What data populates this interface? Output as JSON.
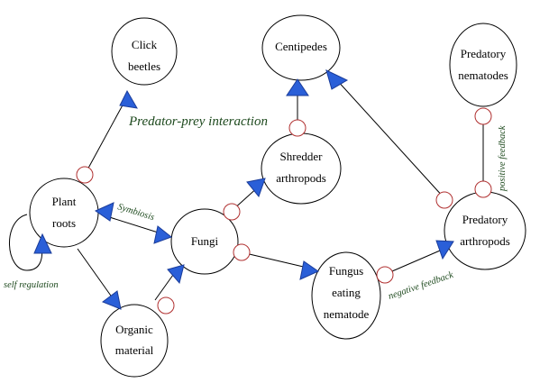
{
  "diagram": {
    "nodes": {
      "click_beetles": [
        "Click",
        "beetles"
      ],
      "centipedes": [
        "Centipedes"
      ],
      "predatory_nematodes": [
        "Predatory",
        "nematodes"
      ],
      "plant_roots": [
        "Plant",
        "roots"
      ],
      "fungi": [
        "Fungi"
      ],
      "shredder_arthropods": [
        "Shredder",
        "arthropods"
      ],
      "predatory_arthropods": [
        "Predatory",
        "arthropods"
      ],
      "organic_material": [
        "Organic",
        "material"
      ],
      "fungus_eating_nematode": [
        "Fungus",
        "eating",
        "nematode"
      ]
    },
    "edge_labels": {
      "predator_prey": "Predator-prey interaction",
      "symbiosis": "Symbiosis",
      "self_regulation": "self regulation",
      "negative_feedback": "negative feedback",
      "positive_feedback": "positive feedback"
    }
  },
  "colors": {
    "arrow_fill": "#2a5fd8",
    "circle_stroke": "#b03030",
    "label_green": "#1e4a1e"
  }
}
